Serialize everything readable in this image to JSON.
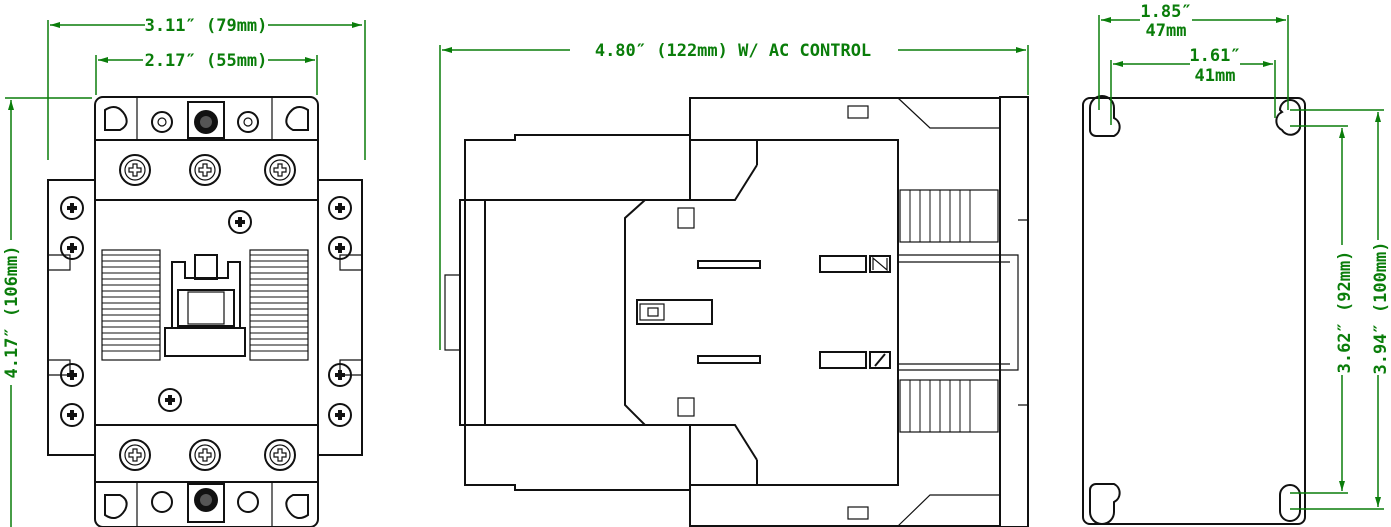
{
  "colors": {
    "dimension": "#0a7d0a",
    "outline": "#111111"
  },
  "front_view": {
    "width_overall": "3.11″ (79mm)",
    "width_body": "2.17″ (55mm)",
    "height": "4.17″ (106mm)"
  },
  "side_view": {
    "depth": "4.80″ (122mm) W/ AC CONTROL"
  },
  "mounting_view": {
    "hole_spacing_outer_in": "1.85″",
    "hole_spacing_outer_mm": "47mm",
    "hole_spacing_inner_in": "1.61″",
    "hole_spacing_inner_mm": "41mm",
    "vertical_inner": "3.62″ (92mm)",
    "vertical_outer": "3.94″ (100mm)"
  }
}
